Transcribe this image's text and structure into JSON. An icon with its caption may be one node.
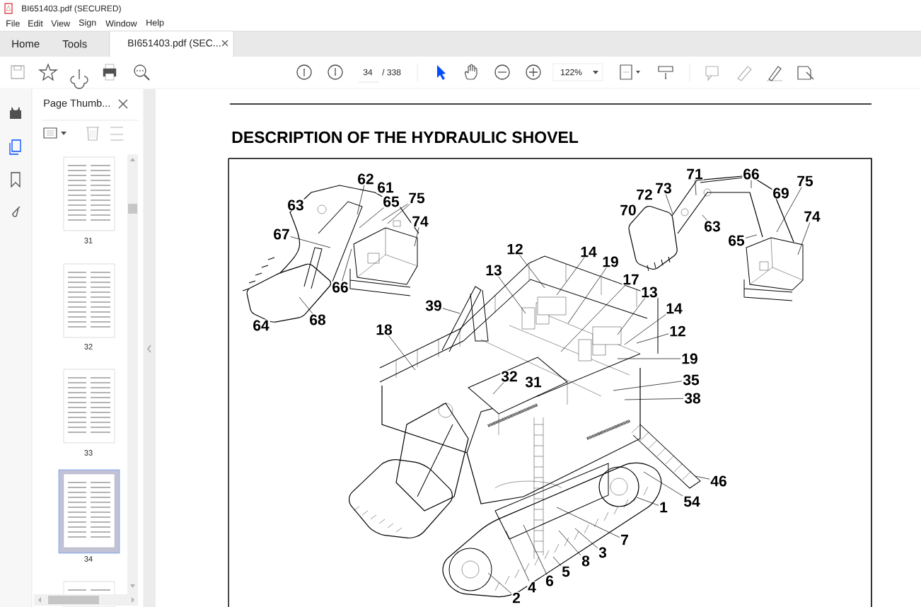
{
  "diagram": {
    "title": "DESCRIPTION OF THE HYDRAULIC SHOVEL",
    "nodes": [
      {
        "text": [
          "62"
        ]
      },
      {
        "text": [
          "61"
        ]
      },
      {
        "text": [
          "63"
        ]
      },
      {
        "text": [
          "65"
        ]
      },
      {
        "text": [
          "75"
        ]
      },
      {
        "text": [
          "74"
        ]
      },
      {
        "text": [
          "67"
        ]
      },
      {
        "text": [
          "66"
        ]
      },
      {
        "text": [
          "64"
        ]
      },
      {
        "text": [
          "68"
        ]
      },
      {
        "text": [
          "71"
        ]
      },
      {
        "text": [
          "66"
        ]
      },
      {
        "text": [
          "73"
        ]
      },
      {
        "text": [
          "72"
        ]
      },
      {
        "text": [
          "75"
        ]
      },
      {
        "text": [
          "70"
        ]
      },
      {
        "text": [
          "69"
        ]
      },
      {
        "text": [
          "74"
        ]
      },
      {
        "text": [
          "63"
        ]
      },
      {
        "text": [
          "65"
        ]
      },
      {
        "text": [
          "12"
        ]
      },
      {
        "text": [
          "14"
        ]
      },
      {
        "text": [
          "19"
        ]
      },
      {
        "text": [
          "13"
        ]
      },
      {
        "text": [
          "17"
        ]
      },
      {
        "text": [
          "13"
        ]
      },
      {
        "text": [
          "39"
        ]
      },
      {
        "text": [
          "14"
        ]
      },
      {
        "text": [
          "18"
        ]
      },
      {
        "text": [
          "12"
        ]
      },
      {
        "text": [
          "19"
        ]
      },
      {
        "text": [
          "32"
        ]
      },
      {
        "text": [
          "31"
        ]
      },
      {
        "text": [
          "35"
        ]
      },
      {
        "text": [
          "38"
        ]
      },
      {
        "text": [
          "46"
        ]
      },
      {
        "text": [
          "54"
        ]
      },
      {
        "text": [
          "1"
        ]
      },
      {
        "text": [
          "7"
        ]
      },
      {
        "text": [
          "3"
        ]
      },
      {
        "text": [
          "8"
        ]
      },
      {
        "text": [
          "5"
        ]
      },
      {
        "text": [
          "6"
        ]
      },
      {
        "text": [
          "4"
        ]
      },
      {
        "text": [
          "2"
        ]
      }
    ],
    "edges": [
      {
        "from": 0,
        "to": null,
        "arrow": "none"
      },
      {
        "from": 3,
        "to": null,
        "arrow": "none"
      },
      {
        "from": 4,
        "to": null,
        "arrow": "none"
      },
      {
        "from": 4,
        "to": null,
        "arrow": "none"
      },
      {
        "from": 5,
        "to": null,
        "arrow": "none"
      },
      {
        "from": 6,
        "to": null,
        "arrow": "none"
      },
      {
        "from": 7,
        "to": null,
        "arrow": "none"
      },
      {
        "from": 9,
        "to": null,
        "arrow": "none"
      },
      {
        "from": 10,
        "to": null,
        "arrow": "none"
      },
      {
        "from": 11,
        "to": null,
        "arrow": "none"
      },
      {
        "from": 12,
        "to": null,
        "arrow": "none"
      },
      {
        "from": 14,
        "to": null,
        "arrow": "none"
      },
      {
        "from": 17,
        "to": null,
        "arrow": "none"
      },
      {
        "from": 18,
        "to": null,
        "arrow": "none"
      },
      {
        "from": 19,
        "to": null,
        "arrow": "none"
      },
      {
        "from": 20,
        "to": null,
        "arrow": "none"
      },
      {
        "from": 21,
        "to": null,
        "arrow": "none"
      },
      {
        "from": 22,
        "to": null,
        "arrow": "none"
      },
      {
        "from": 23,
        "to": null,
        "arrow": "none"
      },
      {
        "from": 24,
        "to": null,
        "arrow": "none"
      },
      {
        "from": 25,
        "to": null,
        "arrow": "none"
      },
      {
        "from": 26,
        "to": null,
        "arrow": "none"
      },
      {
        "from": 27,
        "to": null,
        "arrow": "none"
      },
      {
        "from": 28,
        "to": null,
        "arrow": "none"
      },
      {
        "from": 29,
        "to": null,
        "arrow": "none"
      },
      {
        "from": 30,
        "to": null,
        "arrow": "none"
      },
      {
        "from": 31,
        "to": null,
        "arrow": "none"
      },
      {
        "from": 33,
        "to": null,
        "arrow": "none"
      },
      {
        "from": 34,
        "to": null,
        "arrow": "none"
      },
      {
        "from": 35,
        "to": null,
        "arrow": "none"
      },
      {
        "from": 36,
        "to": null,
        "arrow": "none"
      },
      {
        "from": 37,
        "to": null,
        "arrow": "none"
      },
      {
        "from": 38,
        "to": null,
        "arrow": "none"
      },
      {
        "from": 39,
        "to": null,
        "arrow": "none"
      },
      {
        "from": 40,
        "to": null,
        "arrow": "none"
      },
      {
        "from": 41,
        "to": null,
        "arrow": "none"
      },
      {
        "from": 42,
        "to": null,
        "arrow": "none"
      },
      {
        "from": 43,
        "to": null,
        "arrow": "none"
      },
      {
        "from": 44,
        "to": null,
        "arrow": "none"
      }
    ],
    "labels": [
      "BI651403.pdf (SECURED)",
      "File",
      "Edit",
      "View",
      "Sign",
      "Window",
      "Help",
      "Home",
      "Tools",
      "BI651403.pdf (SEC...",
      "34",
      "/ 338",
      "122%",
      "Page Thumb...",
      "31",
      "32",
      "33",
      "34"
    ]
  }
}
